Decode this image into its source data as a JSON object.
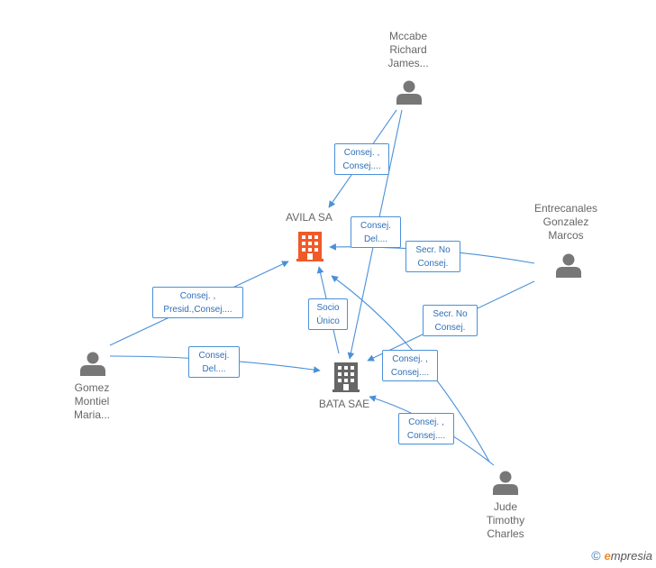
{
  "companies": {
    "avila": {
      "name": "AVILA SA",
      "color": "#f05a28",
      "icon": "building-icon"
    },
    "bata": {
      "name": "BATA SAE",
      "color": "#666666",
      "icon": "building-icon"
    }
  },
  "persons": {
    "mccabe": {
      "name": "Mccabe\nRichard\nJames...",
      "icon": "person-icon"
    },
    "entrecanales": {
      "name": "Entrecanales\nGonzalez\nMarcos",
      "icon": "person-icon"
    },
    "gomez": {
      "name": "Gomez\nMontiel\nMaria...",
      "icon": "person-icon"
    },
    "jude": {
      "name": "Jude\nTimothy\nCharles",
      "icon": "person-icon"
    }
  },
  "edges": {
    "mccabe_avila": "Consej. ,\nConsej....",
    "mccabe_bata": "Consej.\nDel....",
    "entre_avila": "Secr.  No\nConsej.",
    "entre_bata": "Secr.  No\nConsej.",
    "gomez_avila": "Consej. ,\nPresid.,Consej....",
    "gomez_bata": "Consej.\nDel....",
    "bata_avila": "Socio\nÚnico",
    "jude_avila": "Consej. ,\nConsej....",
    "jude_bata": "Consej. ,\nConsej...."
  },
  "footer": {
    "copyright": "©",
    "brand_initial": "e",
    "brand_rest": "mpresia"
  },
  "colors": {
    "edge": "#4a90d9",
    "person": "#777777",
    "company_primary": "#f05a28",
    "company_secondary": "#666666"
  }
}
